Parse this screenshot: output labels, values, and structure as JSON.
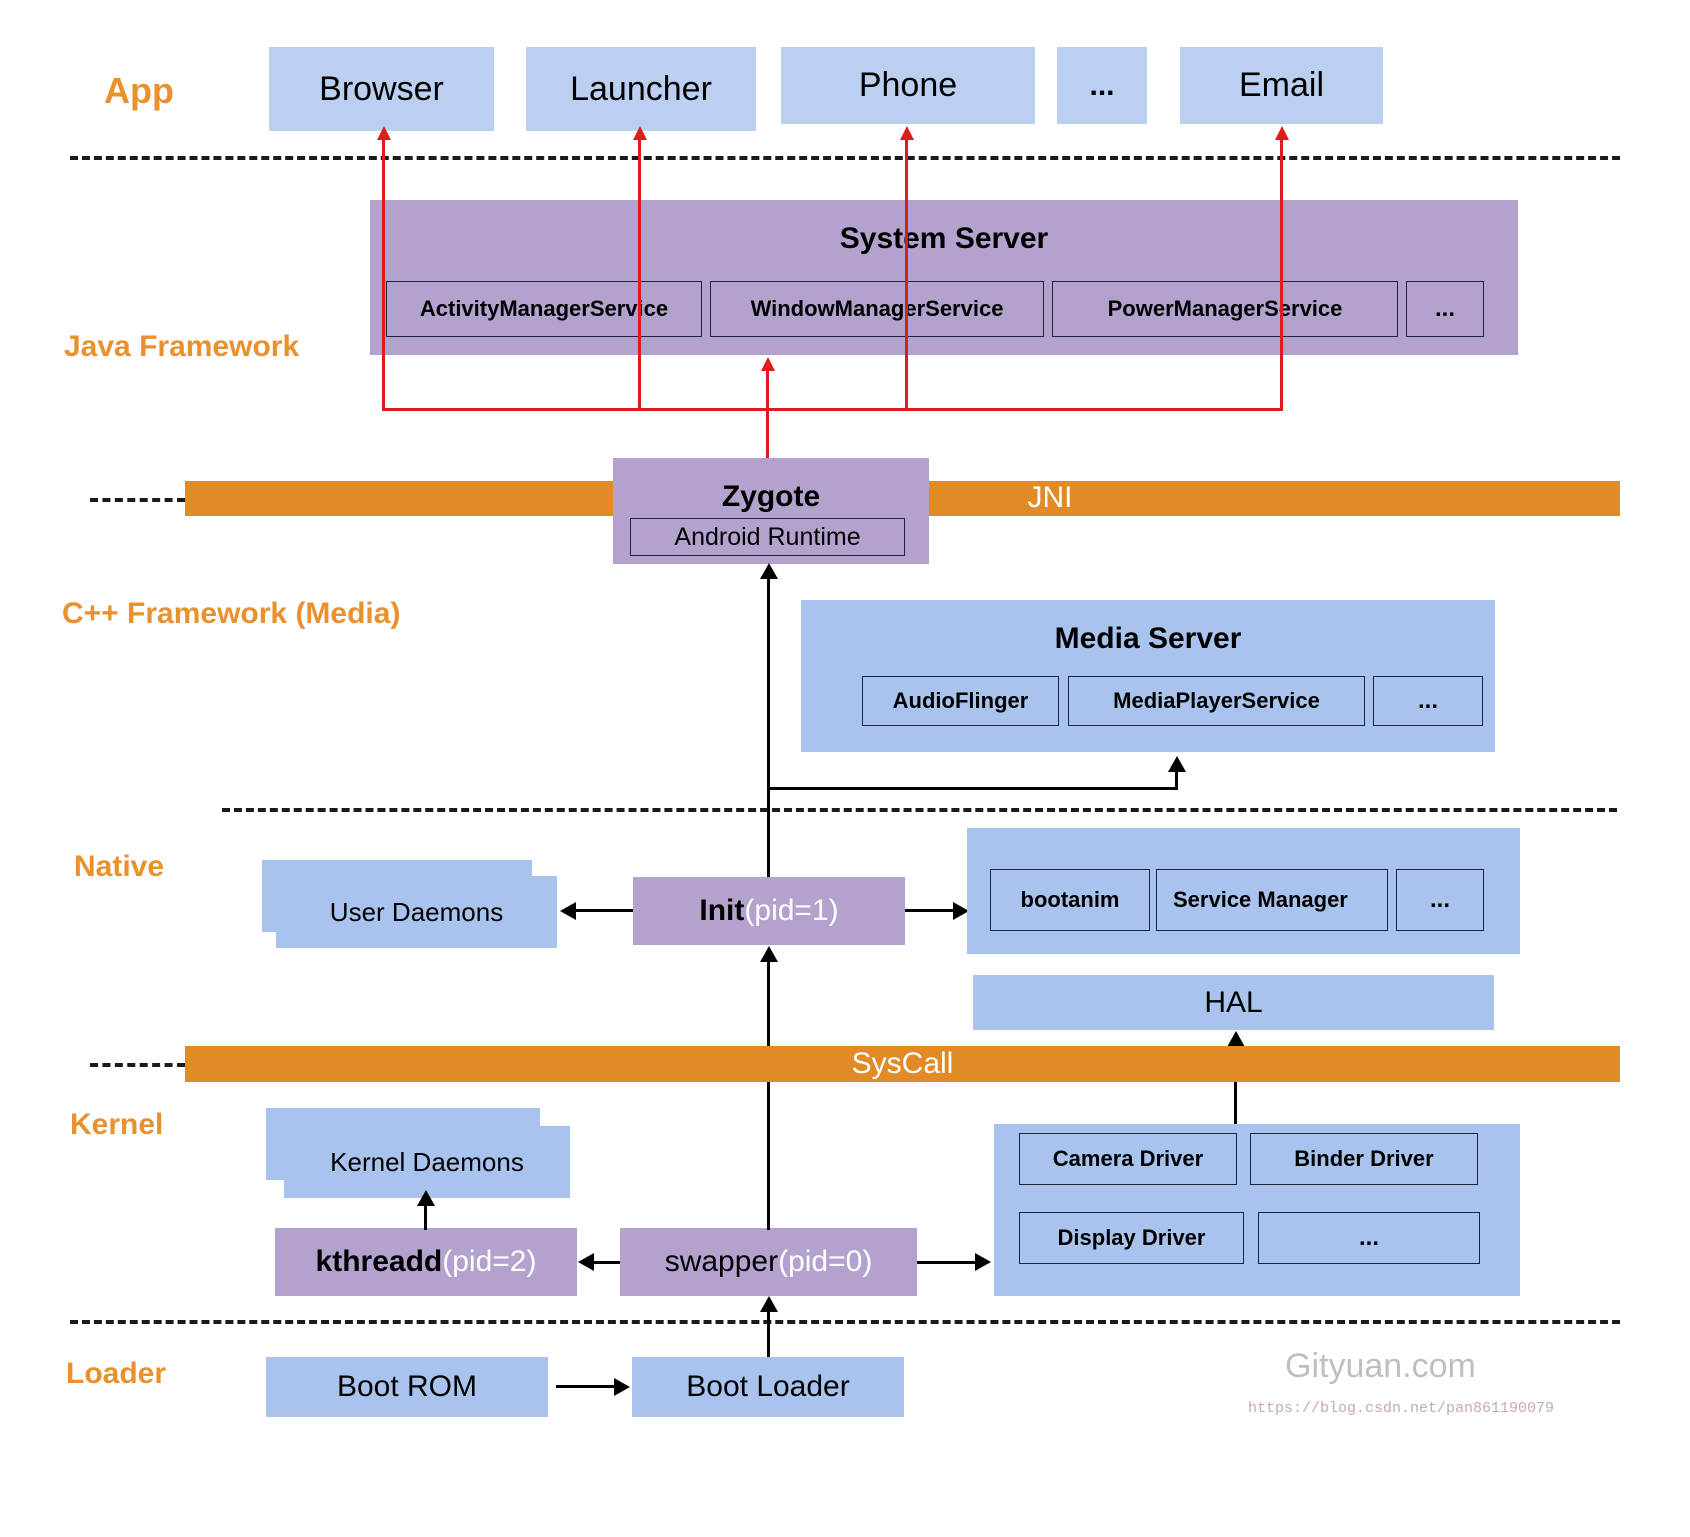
{
  "layers": [
    {
      "key": "app",
      "label": "App"
    },
    {
      "key": "java",
      "label": "Java Framework"
    },
    {
      "key": "cpp",
      "label": "C++ Framework (Media)"
    },
    {
      "key": "native",
      "label": "Native"
    },
    {
      "key": "kernel",
      "label": "Kernel"
    },
    {
      "key": "loader",
      "label": "Loader"
    }
  ],
  "app_row": [
    {
      "label": "Browser"
    },
    {
      "label": "Launcher"
    },
    {
      "label": "Phone"
    },
    {
      "label": "..."
    },
    {
      "label": "Email"
    }
  ],
  "system_server": {
    "title": "System Server",
    "services": [
      {
        "label": "ActivityManagerService"
      },
      {
        "label": "WindowManagerService"
      },
      {
        "label": "PowerManagerService"
      },
      {
        "label": "..."
      }
    ]
  },
  "jni_band": {
    "label": "JNI"
  },
  "zygote": {
    "title": "Zygote",
    "runtime": "Android Runtime"
  },
  "media_server": {
    "title": "Media Server",
    "services": [
      {
        "label": "AudioFlinger"
      },
      {
        "label": "MediaPlayerService"
      },
      {
        "label": "..."
      }
    ]
  },
  "native_row": {
    "user_daemons": "User Daemons",
    "init_name": "Init",
    "init_pid": "(pid=1)",
    "services": [
      {
        "label": "bootanim"
      },
      {
        "label": "Service Manager"
      },
      {
        "label": "..."
      }
    ]
  },
  "hal": {
    "label": "HAL"
  },
  "syscall_band": {
    "label": "SysCall"
  },
  "kernel_row": {
    "kernel_daemons": "Kernel Daemons",
    "kthreadd_name": "kthreadd",
    "kthreadd_pid": "(pid=2)",
    "swapper_name": "swapper",
    "swapper_pid": "(pid=0)",
    "drivers": [
      {
        "label": "Camera Driver"
      },
      {
        "label": "Binder Driver"
      },
      {
        "label": "Display Driver"
      },
      {
        "label": "..."
      }
    ]
  },
  "loader_row": {
    "boot_rom": "Boot  ROM",
    "boot_loader": "Boot Loader"
  },
  "watermark": "Gityuan.com",
  "url_mark": "https://blog.csdn.net/pan861190079",
  "colors": {
    "accent": "#E8912D",
    "blue": "#BBD0F0",
    "blue_dark": "#A8C4EE",
    "purple": "#B3A2CE",
    "orange": "#E08A28",
    "red_arrow": "#e01b1b"
  }
}
